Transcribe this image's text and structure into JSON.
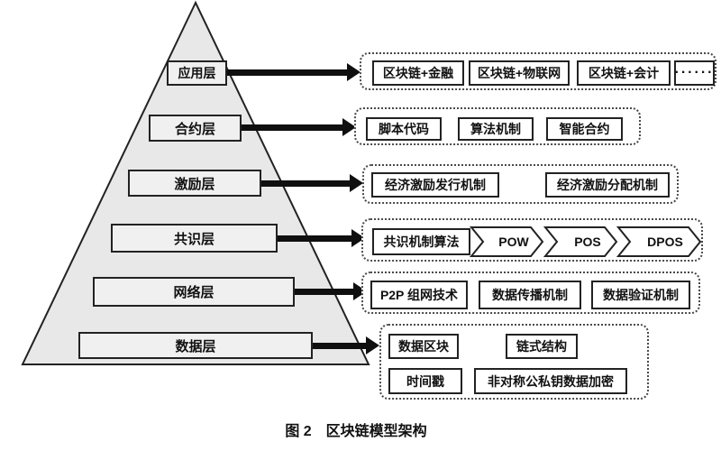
{
  "caption": "图 2　区块链模型架构",
  "colors": {
    "pyramid_fill": "#e8e8e8",
    "layer_fill": "#f0f0f0",
    "border": "#222222",
    "arrow": "#0f0f0f"
  },
  "rows": [
    {
      "layer": "应用层",
      "items": [
        "区块链+金融",
        "区块链+物联网",
        "区块链+会计",
        "······"
      ]
    },
    {
      "layer": "合约层",
      "items": [
        "脚本代码",
        "算法机制",
        "智能合约"
      ]
    },
    {
      "layer": "激励层",
      "items": [
        "经济激励发行机制",
        "经济激励分配机制"
      ]
    },
    {
      "layer": "共识层",
      "lead_item": "共识机制算法",
      "chevron_items": [
        "POW",
        "POS",
        "DPOS"
      ]
    },
    {
      "layer": "网络层",
      "items": [
        "P2P 组网技术",
        "数据传播机制",
        "数据验证机制"
      ]
    },
    {
      "layer": "数据层",
      "items": [
        "数据区块",
        "链式结构",
        "时间戳",
        "非对称公私钥数据加密"
      ]
    }
  ]
}
